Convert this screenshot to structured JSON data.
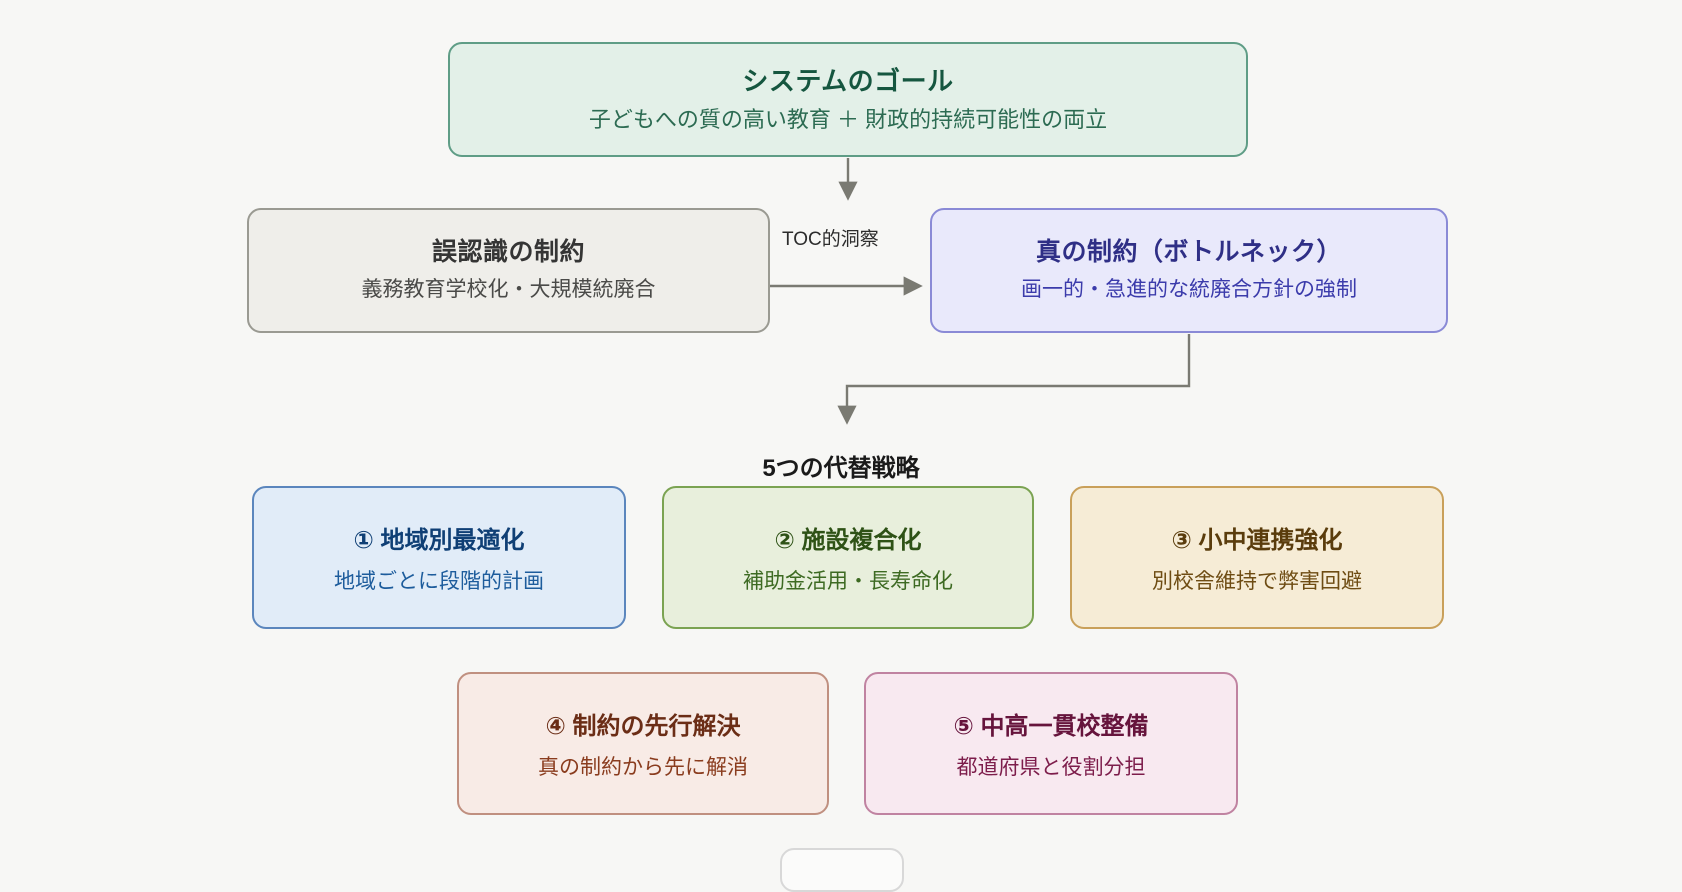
{
  "diagram": {
    "background_color": "#f7f7f5",
    "goal": {
      "title": "システムのゴール",
      "subtitle": "子どもへの質の高い教育 ＋ 財政的持続可能性の両立",
      "fill": "#e3f0e8",
      "border": "#5f9d86"
    },
    "misperception": {
      "title": "誤認識の制約",
      "subtitle": "義務教育学校化・大規模統廃合",
      "fill": "#efeeea",
      "border": "#9a9a92"
    },
    "bottleneck": {
      "title": "真の制約（ボトルネック）",
      "subtitle": "画一的・急進的な統廃合方針の強制",
      "fill": "#e9e9fb",
      "border": "#8a8ad6"
    },
    "edges": {
      "toc_label": "TOC的洞察",
      "line_color": "#7a7a72"
    },
    "section_title": "5つの代替戦略",
    "strategies": [
      {
        "title": "① 地域別最適化",
        "subtitle": "地域ごとに段階的計画",
        "fill": "#e1ecf8",
        "border": "#5b86bd"
      },
      {
        "title": "② 施設複合化",
        "subtitle": "補助金活用・長寿命化",
        "fill": "#e8efdc",
        "border": "#7ba352"
      },
      {
        "title": "③ 小中連携強化",
        "subtitle": "別校舎維持で弊害回避",
        "fill": "#f6ecd6",
        "border": "#c9a05a"
      },
      {
        "title": "④ 制約の先行解決",
        "subtitle": "真の制約から先に解消",
        "fill": "#f8ebe6",
        "border": "#c09080"
      },
      {
        "title": "⑤ 中高一貫校整備",
        "subtitle": "都道府県と役割分担",
        "fill": "#f8e9f0",
        "border": "#c083a1"
      }
    ]
  }
}
